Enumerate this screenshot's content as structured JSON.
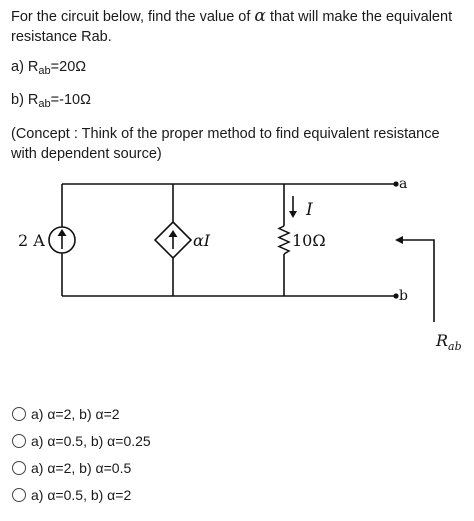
{
  "question": {
    "prefix": "For the circuit below,  find the value of",
    "alpha": "α",
    "suffix": "that will make the equivalent resistance Rab.",
    "part_a": {
      "prefix": "a) R",
      "sub": "ab",
      "suffix": "=20Ω"
    },
    "part_b": {
      "prefix": "b) R",
      "sub": "ab",
      "suffix": "=-10Ω"
    },
    "concept": "(Concept : Think of the proper method to find equivalent resistance with dependent source)"
  },
  "circuit": {
    "source_label": "2 A",
    "dependent_label": "αI",
    "current_label": "I",
    "resistor_label": "10Ω",
    "terminal_a": "a",
    "terminal_b": "b",
    "rab_label": "R",
    "rab_sub": "ab"
  },
  "options": [
    {
      "label": "a) α=2, b) α=2"
    },
    {
      "label": "a) α=0.5, b) α=0.25"
    },
    {
      "label": "a) α=2, b) α=0.5"
    },
    {
      "label": "a) α=0.5, b) α=2"
    }
  ]
}
